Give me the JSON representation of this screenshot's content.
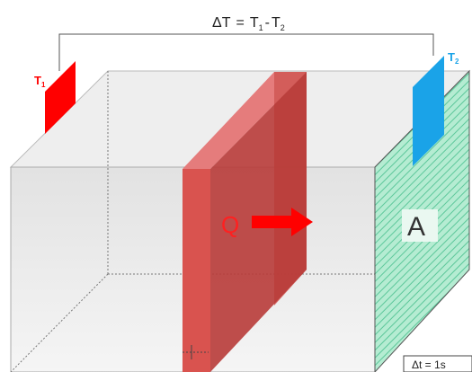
{
  "diagram": {
    "formula_delta": "ΔT",
    "formula_eq": "=",
    "formula_t1": "T",
    "formula_t1_sub": "1",
    "formula_minus": "-",
    "formula_t2": "T",
    "formula_t2_sub": "2",
    "label_t1": "T",
    "label_t1_sub": "1",
    "label_t2": "T",
    "label_t2_sub": "2",
    "label_q": "Q",
    "label_a": "A",
    "time_label": "Δt = 1s",
    "colors": {
      "t1_probe": "#ff0000",
      "t2_probe": "#1aa3e8",
      "wall": "#c8403e",
      "wall_light": "#e07070",
      "area_fill": "#a8e6c8",
      "box_gray": "#d9d9d9"
    }
  }
}
